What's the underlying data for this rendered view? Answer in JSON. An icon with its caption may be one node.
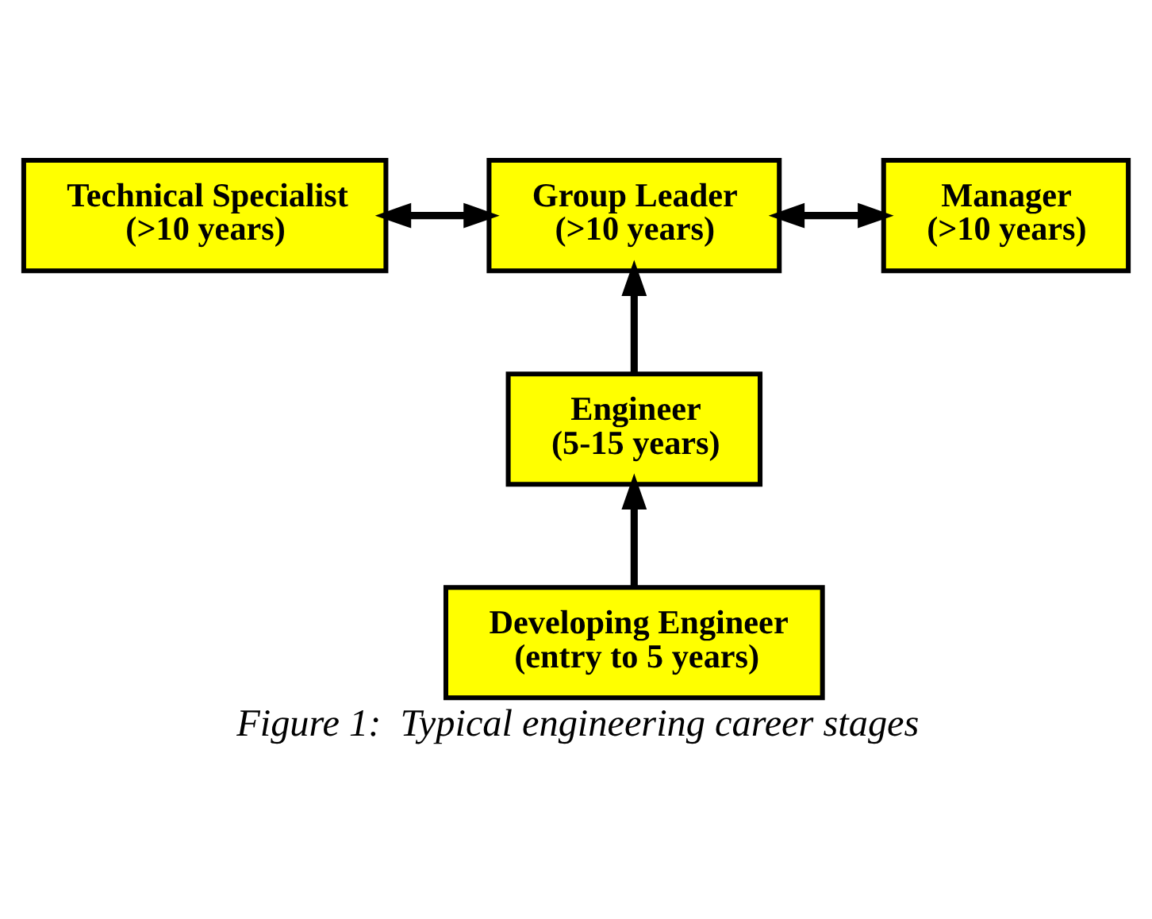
{
  "diagram": {
    "caption": "Figure 1:  Typical engineering career stages",
    "nodes": [
      {
        "text": [
          "Technical Specialist",
          "(>10 years)"
        ]
      },
      {
        "text": [
          "Group Leader",
          "(>10 years)"
        ]
      },
      {
        "text": [
          "Manager",
          "(>10 years)"
        ]
      },
      {
        "text": [
          "Engineer",
          "(5-15 years)"
        ]
      },
      {
        "text": [
          "Developing Engineer",
          "(entry to 5 years)"
        ]
      }
    ],
    "edges": [
      {
        "from": 0,
        "to": 1,
        "arrow": "both"
      },
      {
        "from": 1,
        "to": 2,
        "arrow": "both"
      },
      {
        "from": 3,
        "to": 1,
        "arrow": "to"
      },
      {
        "from": 4,
        "to": 3,
        "arrow": "to"
      }
    ]
  }
}
